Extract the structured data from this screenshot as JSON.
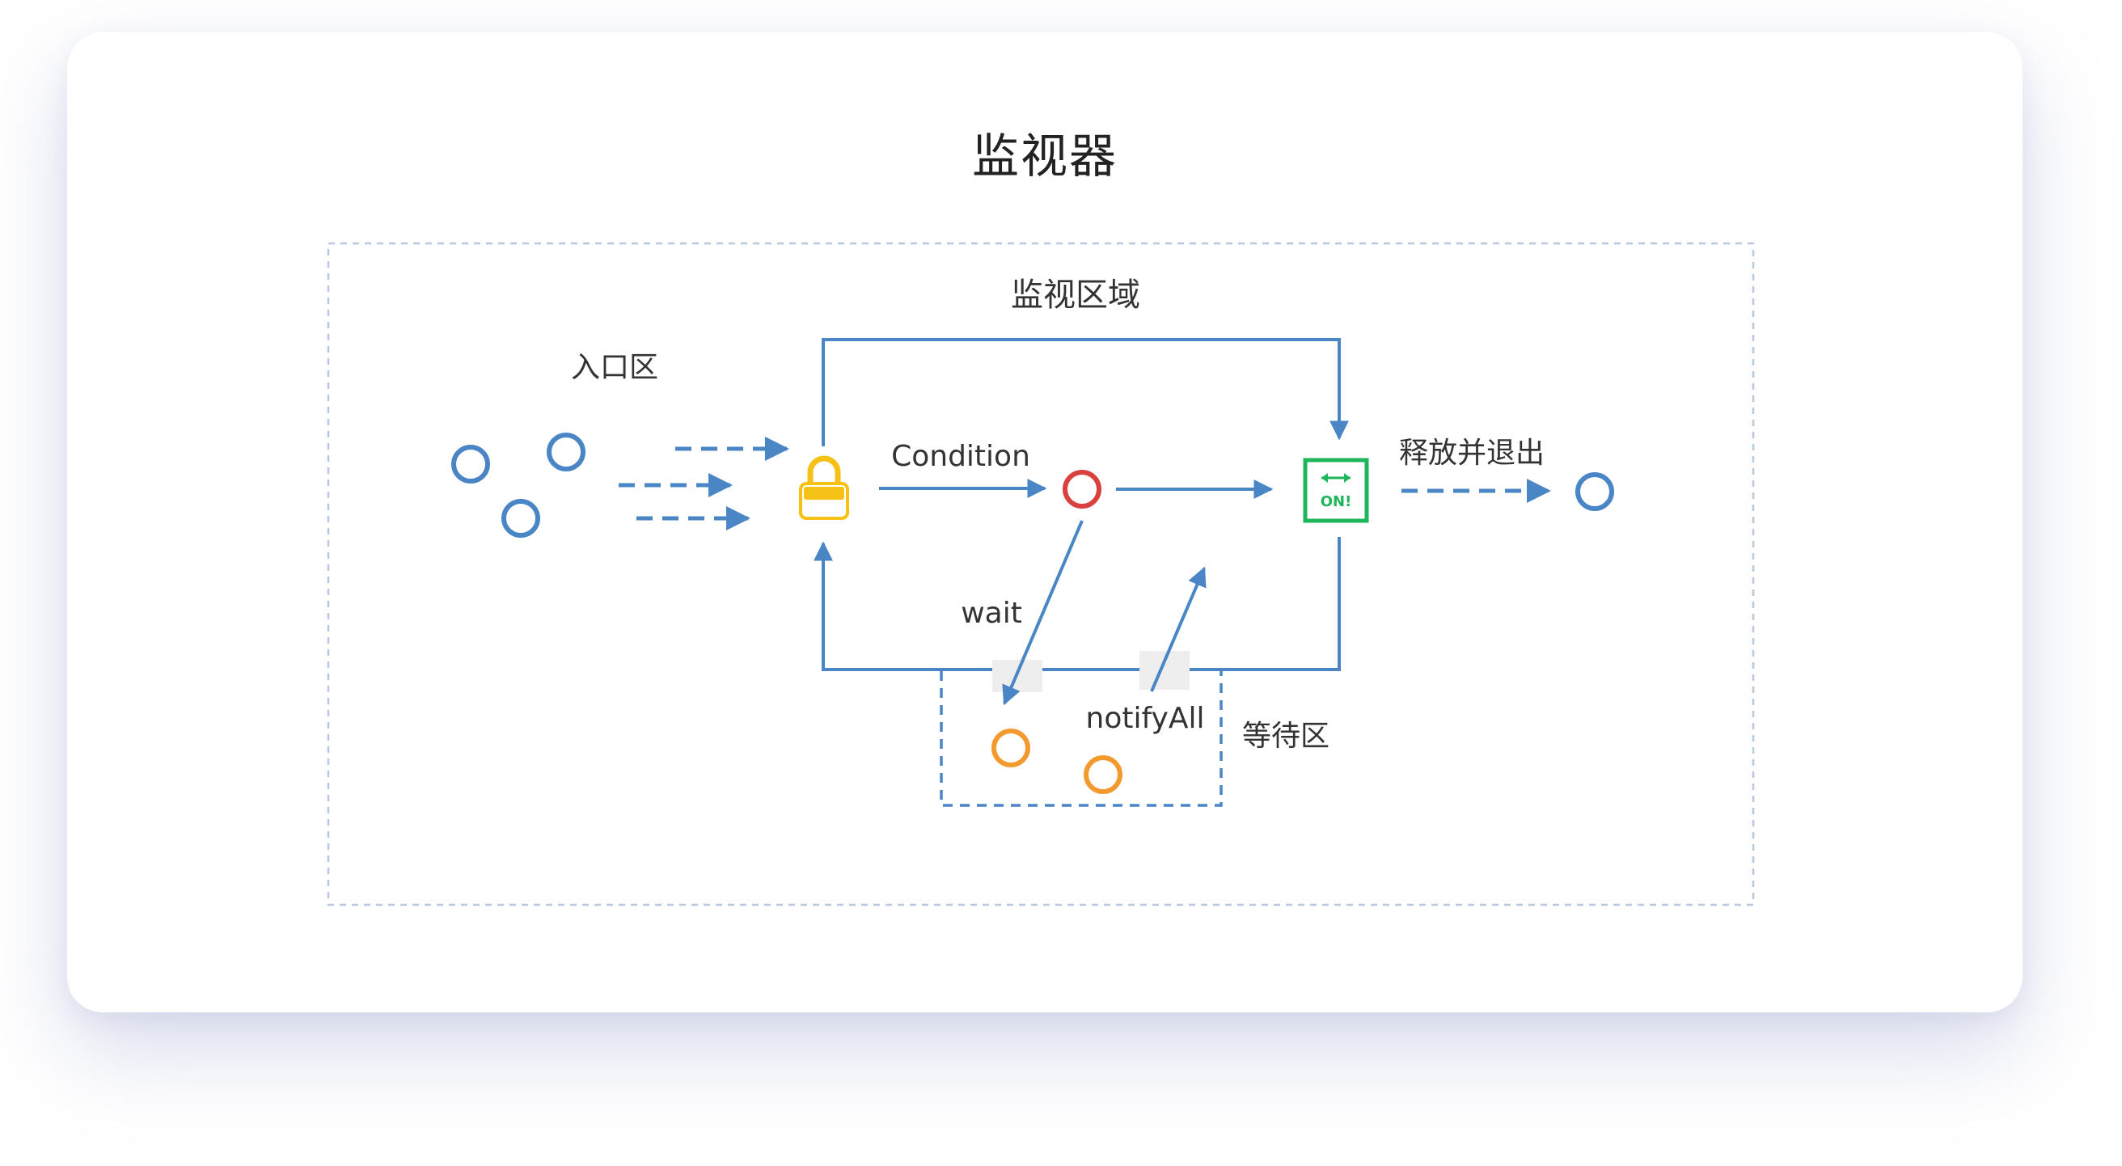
{
  "title": "监视器",
  "region_label": "监视区域",
  "entry_label": "入口区",
  "condition_label": "Condition",
  "release_label": "释放并退出",
  "wait_label": "wait",
  "notify_label": "notifyAll",
  "waiting_area_label": "等待区",
  "switch_text": "ON!",
  "colors": {
    "thread": "#4a86c5",
    "waiting_thread": "#f39a2e",
    "condition_thread": "#d9413f",
    "lock": "#f5c116",
    "switch": "#1fb55a",
    "border": "#b8c8e0"
  }
}
